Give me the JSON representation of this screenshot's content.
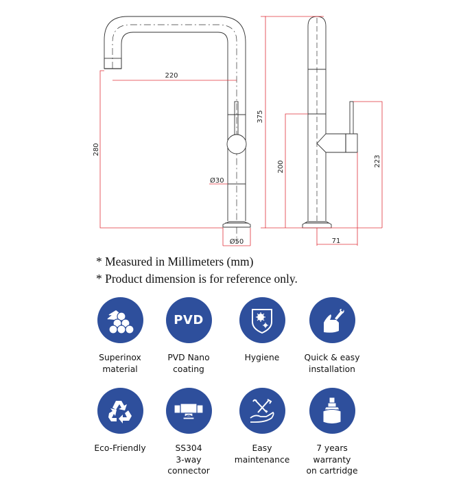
{
  "drawing": {
    "front_view": {
      "reach_label": "220",
      "spout_height_label": "280",
      "total_height_label": "375",
      "body_diameter_label": "Ø30",
      "base_diameter_label": "Ø50"
    },
    "side_view": {
      "lever_height_label": "200",
      "handle_top_label": "223",
      "handle_projection_label": "71"
    },
    "line_colors": {
      "outline": "#333333",
      "dimension": "#e0303a"
    }
  },
  "notes": [
    "* Measured in Millimeters (mm)",
    "*  Product dimension is for reference only."
  ],
  "features": [
    {
      "icon": "pipes-icon",
      "label": "Superinox\nmaterial"
    },
    {
      "icon": "pvd-icon",
      "icon_text": "PVD",
      "label": "PVD Nano\ncoating"
    },
    {
      "icon": "shield-germ-icon",
      "label": "Hygiene"
    },
    {
      "icon": "hand-wrench-icon",
      "label": "Quick & easy\ninstallation"
    },
    {
      "icon": "recycle-icon",
      "label": "Eco-Friendly"
    },
    {
      "icon": "connector-icon",
      "label": "SS304\n3-way\nconnector"
    },
    {
      "icon": "hand-tools-icon",
      "label": "Easy\nmaintenance"
    },
    {
      "icon": "cartridge-icon",
      "label": "7 years\nwarranty\non cartridge"
    }
  ],
  "accent_color": "#2e4f9c"
}
